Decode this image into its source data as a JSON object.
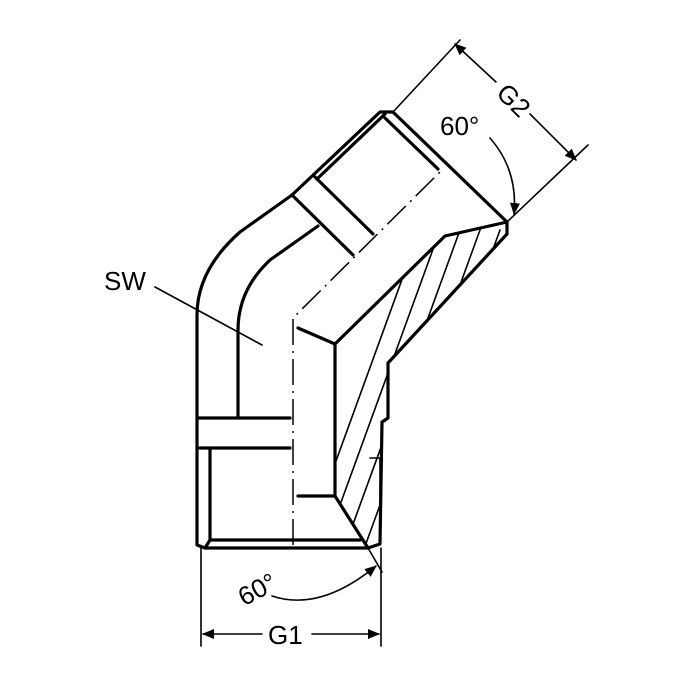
{
  "drawing": {
    "title": "45° elbow fitting",
    "labels": {
      "wrench_size": "SW",
      "thread_1": "G1",
      "thread_2": "G2",
      "angle_bottom": "60°",
      "angle_top": "60°"
    },
    "colors": {
      "line": "#000000",
      "background": "#ffffff"
    }
  }
}
